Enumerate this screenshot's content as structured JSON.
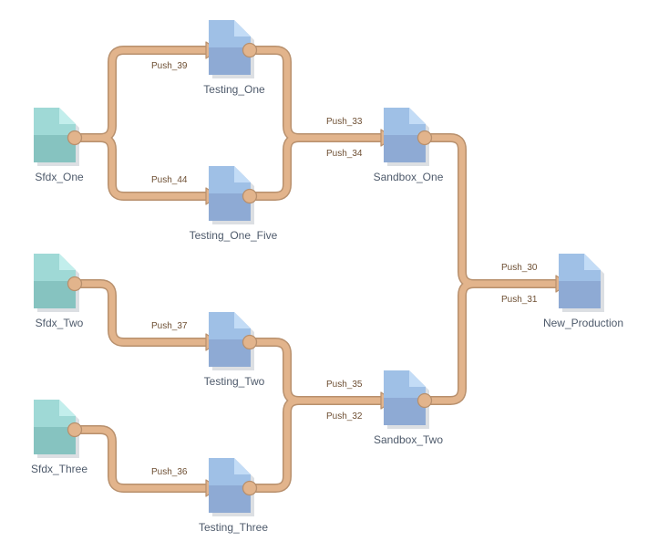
{
  "nodes": {
    "sfdx_one": {
      "label": "Sfdx_One",
      "kind": "source"
    },
    "sfdx_two": {
      "label": "Sfdx_Two",
      "kind": "source"
    },
    "sfdx_three": {
      "label": "Sfdx_Three",
      "kind": "source"
    },
    "testing_one": {
      "label": "Testing_One",
      "kind": "stage"
    },
    "testing_one_five": {
      "label": "Testing_One_Five",
      "kind": "stage"
    },
    "testing_two": {
      "label": "Testing_Two",
      "kind": "stage"
    },
    "testing_three": {
      "label": "Testing_Three",
      "kind": "stage"
    },
    "sandbox_one": {
      "label": "Sandbox_One",
      "kind": "stage"
    },
    "sandbox_two": {
      "label": "Sandbox_Two",
      "kind": "stage"
    },
    "new_production": {
      "label": "New_Production",
      "kind": "stage"
    }
  },
  "edges": [
    {
      "from": "sfdx_one",
      "to": "testing_one",
      "label": "Push_39"
    },
    {
      "from": "sfdx_one",
      "to": "testing_one_five",
      "label": "Push_44"
    },
    {
      "from": "testing_one",
      "to": "sandbox_one",
      "label": "Push_33"
    },
    {
      "from": "testing_one_five",
      "to": "sandbox_one",
      "label": "Push_34"
    },
    {
      "from": "sfdx_two",
      "to": "testing_two",
      "label": "Push_37"
    },
    {
      "from": "sfdx_three",
      "to": "testing_three",
      "label": "Push_36"
    },
    {
      "from": "testing_two",
      "to": "sandbox_two",
      "label": "Push_35"
    },
    {
      "from": "testing_three",
      "to": "sandbox_two",
      "label": "Push_32"
    },
    {
      "from": "sandbox_one",
      "to": "new_production",
      "label": "Push_30"
    },
    {
      "from": "sandbox_two",
      "to": "new_production",
      "label": "Push_31"
    }
  ],
  "colors": {
    "source_light": "#9fd9d6",
    "source_dark": "#86c3c0",
    "source_fold": "#c2eeec",
    "stage_light": "#9fc0e6",
    "stage_dark": "#8eaad4",
    "stage_fold": "#c3dcf6",
    "connector": "#e2b48c",
    "connector_border": "#b8906d"
  }
}
